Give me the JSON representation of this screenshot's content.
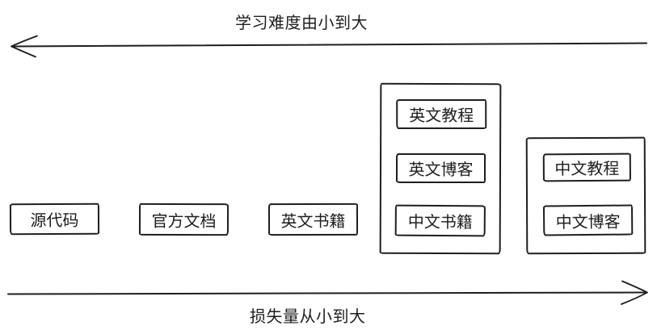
{
  "diagram": {
    "background": "#ffffff",
    "stroke_color": "#1e1e1e",
    "top_axis": {
      "label": "学习难度由小到大",
      "direction": "left"
    },
    "bottom_axis": {
      "label": "损失量从小到大",
      "direction": "right"
    },
    "standalone_nodes": [
      {
        "id": "source-code",
        "label": "源代码"
      },
      {
        "id": "official-docs",
        "label": "官方文档"
      },
      {
        "id": "english-books",
        "label": "英文书籍"
      }
    ],
    "groups": [
      {
        "id": "group-mid",
        "items": [
          {
            "id": "english-tutorials",
            "label": "英文教程"
          },
          {
            "id": "english-blogs",
            "label": "英文博客"
          },
          {
            "id": "chinese-books",
            "label": "中文书籍"
          }
        ]
      },
      {
        "id": "group-right",
        "items": [
          {
            "id": "chinese-tutorials",
            "label": "中文教程"
          },
          {
            "id": "chinese-blogs",
            "label": "中文博客"
          }
        ]
      }
    ]
  }
}
